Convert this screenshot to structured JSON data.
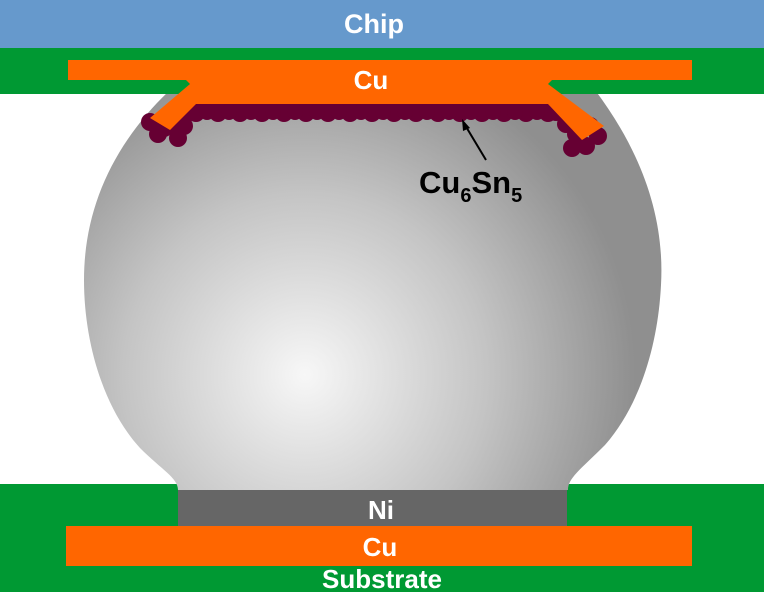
{
  "labels": {
    "chip": "Chip",
    "top_cu": "Cu",
    "imc_base": "Cu",
    "imc_sub1": "6",
    "imc_mid": "Sn",
    "imc_sub2": "5",
    "ni": "Ni",
    "bottom_cu": "Cu",
    "substrate": "Substrate"
  },
  "colors": {
    "chip": "#6699cc",
    "green": "#009933",
    "copper": "#ff6600",
    "imc": "#660033",
    "nickel": "#666666",
    "solder_light": "#f2f2f2",
    "solder_dark": "#999999"
  }
}
